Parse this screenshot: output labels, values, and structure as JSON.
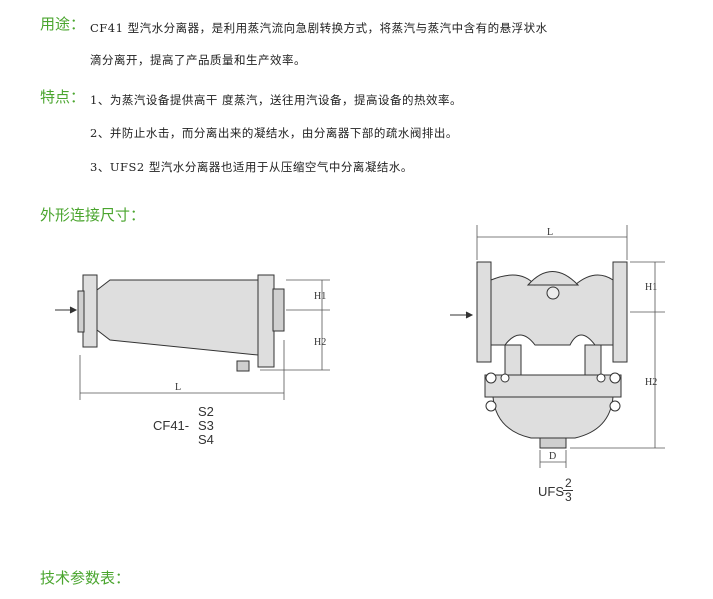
{
  "usage": {
    "label": "用途：",
    "line1": "CF41 型汽水分离器，是利用蒸汽流向急剧转换方式，将蒸汽与蒸汽中含有的悬浮状水",
    "line2": "滴分离开，提高了产品质量和生产效率。"
  },
  "features": {
    "label": "特点：",
    "items": [
      "1、为蒸汽设备提供高干 度蒸汽，送往用汽设备，提高设备的热效率。",
      "2、并防止水击，而分离出来的凝结水，由分离器下部的疏水阀排出。",
      "3、UFS2 型汽水分离器也适用于从压缩空气中分离凝结水。"
    ]
  },
  "dimensions_title": "外形连接尺寸：",
  "drawing_left": {
    "model_prefix": "CF41-",
    "variants": [
      "S2",
      "S3",
      "S4"
    ],
    "dim_L": "L",
    "dim_H1": "H1",
    "dim_H2": "H2"
  },
  "drawing_right": {
    "model_prefix": "UFS",
    "variants": [
      "2",
      "3"
    ],
    "dim_L": "L",
    "dim_H1": "H1",
    "dim_H2": "H2",
    "dim_D": "D"
  },
  "tech_params_title": "技术参数表："
}
